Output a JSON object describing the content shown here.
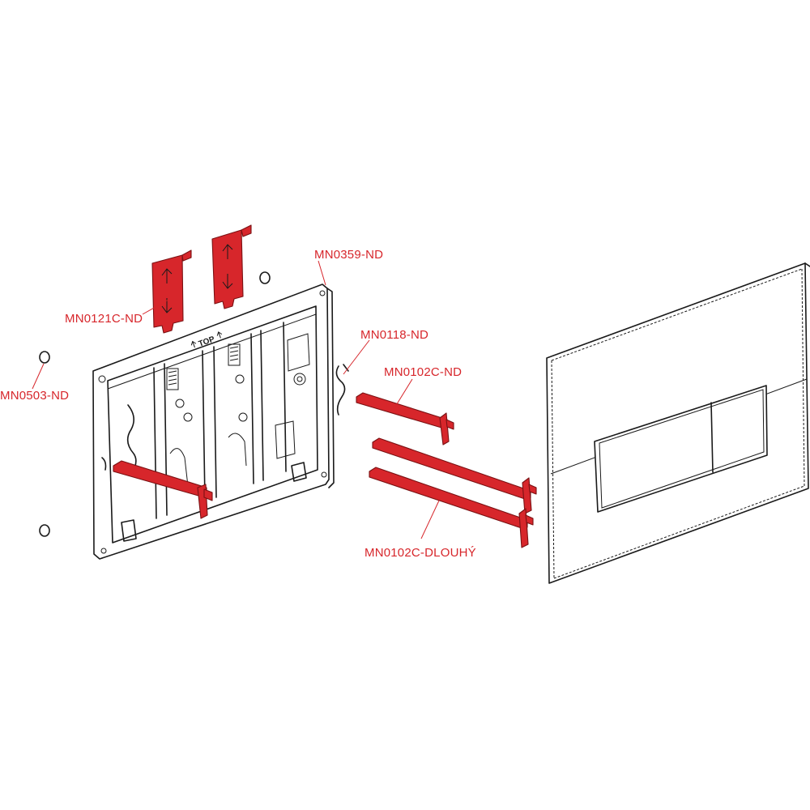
{
  "labels": {
    "mn0359": "MN0359-ND",
    "mn0121c": "MN0121C-ND",
    "mn0503": "MN0503-ND",
    "mn0118": "MN0118-ND",
    "mn0102c": "MN0102C-ND",
    "mn0102c_long": "MN0102C-DLOUHÝ"
  },
  "frame_marking": "TOP",
  "colors": {
    "highlight": "#d7262b",
    "outline": "#1a1a1a",
    "background": "#ffffff"
  }
}
